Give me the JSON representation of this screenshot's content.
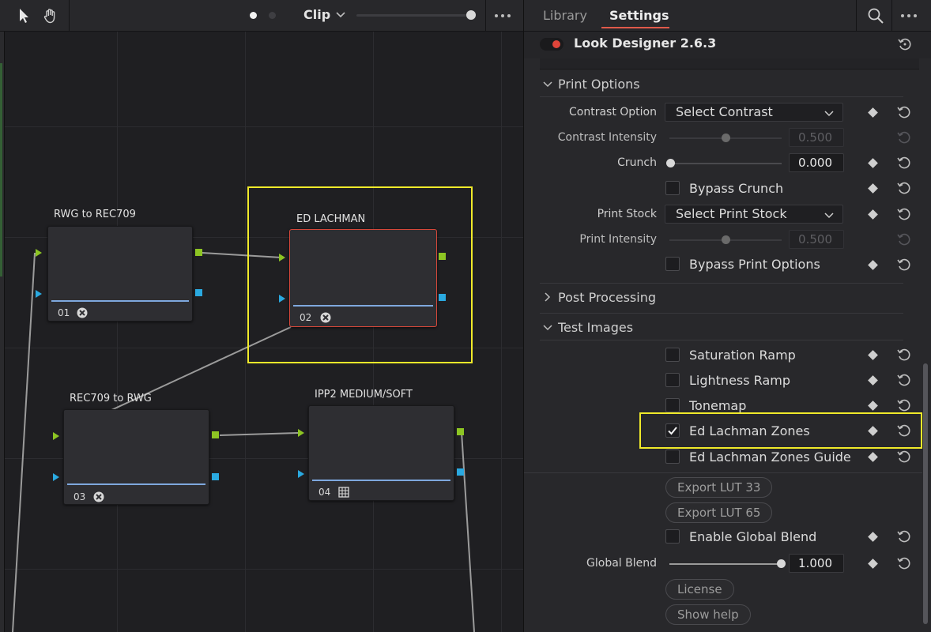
{
  "node_toolbar": {
    "clip_label": "Clip",
    "icons": [
      "pointer-icon",
      "hand-icon",
      "more-icon"
    ]
  },
  "nodes": [
    {
      "label": "RWG to REC709",
      "number": "01",
      "icon": "fx-icon"
    },
    {
      "label": "ED LACHMAN",
      "number": "02",
      "icon": "fx-icon"
    },
    {
      "label": "REC709 to RWG",
      "number": "03",
      "icon": "fx-icon"
    },
    {
      "label": "IPP2 MEDIUM/SOFT",
      "number": "04",
      "icon": "lut-grid-icon"
    }
  ],
  "tabs": {
    "library": "Library",
    "settings": "Settings"
  },
  "plugin": {
    "title": "Look Designer 2.6.3"
  },
  "print_options": {
    "title": "Print Options",
    "contrast_option_label": "Contrast Option",
    "contrast_option_value": "Select Contrast",
    "contrast_intensity_label": "Contrast Intensity",
    "contrast_intensity_value": "0.500",
    "crunch_label": "Crunch",
    "crunch_value": "0.000",
    "bypass_crunch_label": "Bypass Crunch",
    "print_stock_label": "Print Stock",
    "print_stock_value": "Select Print Stock",
    "print_intensity_label": "Print Intensity",
    "print_intensity_value": "0.500",
    "bypass_print_options_label": "Bypass Print Options"
  },
  "post_processing": {
    "title": "Post Processing"
  },
  "test_images": {
    "title": "Test Images",
    "saturation_ramp": "Saturation Ramp",
    "lightness_ramp": "Lightness Ramp",
    "tonemap": "Tonemap",
    "ed_lachman_zones": "Ed Lachman Zones",
    "ed_lachman_zones_guide": "Ed Lachman Zones Guide"
  },
  "buttons": {
    "export_lut_33": "Export LUT 33",
    "export_lut_65": "Export LUT 65",
    "license": "License",
    "show_help": "Show help"
  },
  "global": {
    "enable_global_blend_label": "Enable Global Blend",
    "global_blend_label": "Global Blend",
    "global_blend_value": "1.000"
  },
  "colors": {
    "accent_red": "#e05a4a",
    "highlight_yellow": "#f0ea2a",
    "port_green": "#8dc523",
    "port_blue": "#2aa9e0"
  }
}
